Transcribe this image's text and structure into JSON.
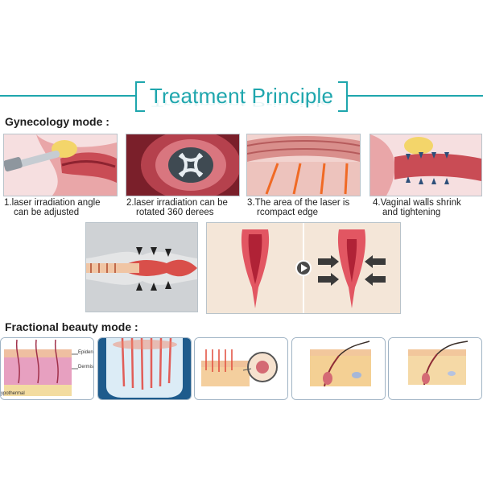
{
  "title": "Treatment Principle",
  "gynecology": {
    "heading": "Gynecology mode :",
    "steps": [
      {
        "line1": "1.laser irradiation angle",
        "line2": "can be adjusted"
      },
      {
        "line1": "2.laser irradiation can be",
        "line2": "rotated 360 derees"
      },
      {
        "line1": "3.The area of the laser is",
        "line2": "rcompact edge"
      },
      {
        "line1": "4.Vaginal walls shrink",
        "line2": "and tightening"
      }
    ]
  },
  "fractional": {
    "heading": "Fractional beauty mode :",
    "labels": {
      "epidermis": "Epiden",
      "dermis": "Dermis",
      "hypothermal": "ypothermal"
    }
  }
}
